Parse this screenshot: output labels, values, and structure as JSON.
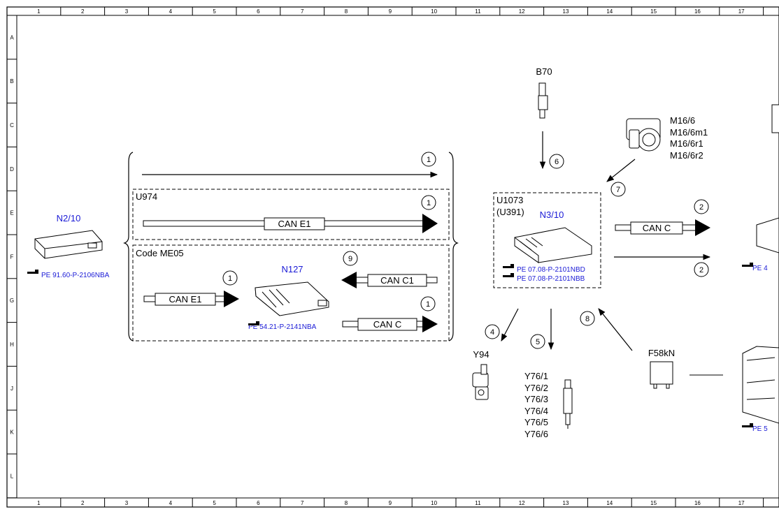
{
  "grid": {
    "columns": [
      "1",
      "2",
      "3",
      "4",
      "5",
      "6",
      "7",
      "8",
      "9",
      "10",
      "11",
      "12",
      "13",
      "14",
      "15",
      "16",
      "17"
    ],
    "rows": [
      "A",
      "B",
      "C",
      "D",
      "E",
      "F",
      "G",
      "H",
      "J",
      "K",
      "L"
    ]
  },
  "components": {
    "n2_10": {
      "label": "N2/10",
      "ref": "PE 91.60-P-2106NBA"
    },
    "u974": {
      "label": "U974"
    },
    "code_me05": {
      "label": "Code ME05"
    },
    "n127": {
      "label": "N127",
      "ref": "PE 54.21-P-2141NBA"
    },
    "b70": {
      "label": "B70"
    },
    "m16_6": {
      "labels": [
        "M16/6",
        "M16/6m1",
        "M16/6r1",
        "M16/6r2"
      ]
    },
    "n3_10": {
      "label": "N3/10",
      "u1073": "U1073",
      "u391": "(U391)",
      "ref1": "PE 07.08-P-2101NBD",
      "ref2": "PE 07.08-P-2101NBB"
    },
    "y94": {
      "label": "Y94"
    },
    "y76": {
      "labels": [
        "Y76/1",
        "Y76/2",
        "Y76/3",
        "Y76/4",
        "Y76/5",
        "Y76/6"
      ]
    },
    "f58kn": {
      "label": "F58kN"
    },
    "right_refs": {
      "ref_f": "PE 4",
      "ref_k": "PE 5"
    }
  },
  "buses": {
    "u974_can": "CAN E1",
    "me05_can_in": "CAN E1",
    "me05_can_c1": "CAN C1",
    "me05_can_c": "CAN C",
    "n3_can_c": "CAN C"
  },
  "markers": {
    "top": "1",
    "u974": "1",
    "me05_left": "1",
    "can_c1": "9",
    "can_c": "1",
    "b70": "6",
    "m16": "7",
    "can_c_out": "2",
    "line_out": "2",
    "y94": "4",
    "y76": "5",
    "f58": "8"
  }
}
